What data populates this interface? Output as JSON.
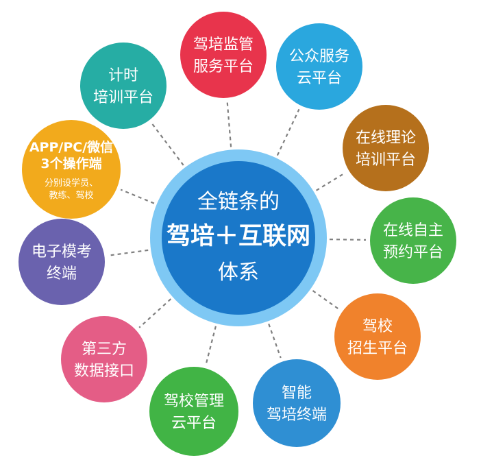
{
  "hub": {
    "line1": "全链条的",
    "line2": "驾培＋互联网",
    "line3": "体系",
    "color": "#1a78c9",
    "ring_color": "#7ec8f4"
  },
  "nodes": [
    {
      "id": "supervision",
      "lines": [
        "驾培监管",
        "服务平台"
      ],
      "color": "#e8344c"
    },
    {
      "id": "public-service",
      "lines": [
        "公众服务",
        "云平台"
      ],
      "color": "#2aa7de"
    },
    {
      "id": "online-theory",
      "lines": [
        "在线理论",
        "培训平台"
      ],
      "color": "#b5701c"
    },
    {
      "id": "online-booking",
      "lines": [
        "在线自主",
        "预约平台"
      ],
      "color": "#47b449"
    },
    {
      "id": "enrollment",
      "lines": [
        "驾校",
        "招生平台"
      ],
      "color": "#f0822c"
    },
    {
      "id": "smart-terminal",
      "lines": [
        "智能",
        "驾培终端"
      ],
      "color": "#2f8fd3"
    },
    {
      "id": "school-management",
      "lines": [
        "驾校管理",
        "云平台"
      ],
      "color": "#41b445"
    },
    {
      "id": "third-party",
      "lines": [
        "第三方",
        "数据接口"
      ],
      "color": "#e45d86"
    },
    {
      "id": "exam-terminal",
      "lines": [
        "电子模考",
        "终端"
      ],
      "color": "#6a62ae"
    },
    {
      "id": "app-terminal",
      "lines": [
        "APP/PC/微信",
        "3个操作端"
      ],
      "sub": [
        "分别设学员、",
        "教练、驾校"
      ],
      "color": "#f2aa1c"
    },
    {
      "id": "timing",
      "lines": [
        "计时",
        "培训平台"
      ],
      "color": "#26ada4"
    }
  ]
}
